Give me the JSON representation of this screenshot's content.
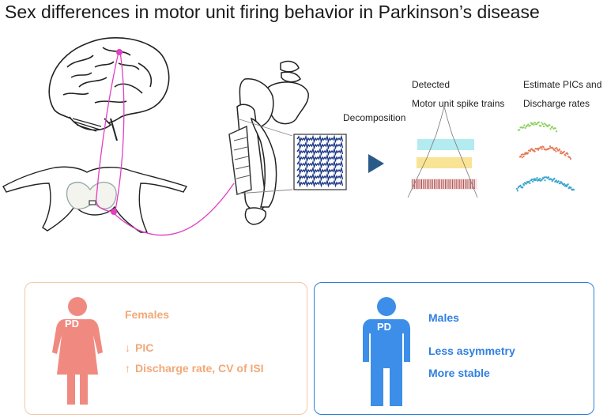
{
  "title": "Sex differences in motor unit firing behavior in Parkinson’s disease",
  "labels": {
    "decomposition": "Decomposition",
    "detected_line1": "Detected",
    "detected_line2": "Motor unit spike trains",
    "estimate_line1": "Estimate PICs and",
    "estimate_line2": "Discharge rates"
  },
  "female_panel": {
    "badge": "PD",
    "heading": "Females",
    "items": [
      {
        "arrow": "↓",
        "text": "PIC"
      },
      {
        "arrow": "↑",
        "text": "Discharge rate, CV of ISI"
      }
    ]
  },
  "male_panel": {
    "badge": "PD",
    "heading": "Males",
    "items": [
      {
        "text": "Less asymmetry"
      },
      {
        "text": "More stable"
      }
    ]
  },
  "colors": {
    "female": "#f08a80",
    "female_text": "#f2a878",
    "female_border": "#f0c9a8",
    "male": "#3d8ee8",
    "male_text": "#2f7fe0",
    "male_border": "#2e7ed8",
    "neural_path": "#e040c0",
    "arrow": "#2a5a88",
    "cyan_band": "#9fe6ec",
    "yellow_band": "#f7dc7a",
    "red_band": "#b04848",
    "green_dots": "#8ad05a",
    "orange_dots": "#e57a58",
    "blue_dots": "#3aa6cf"
  }
}
